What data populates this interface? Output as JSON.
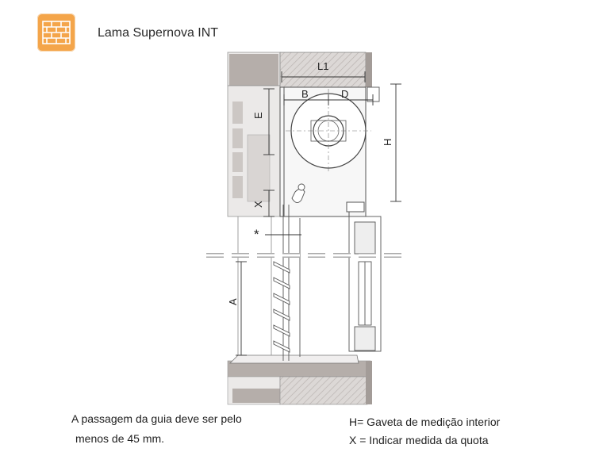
{
  "header": {
    "title": "Lama Supernova INT",
    "logo_icon": "brick-wall-icon",
    "logo_color": "#f4a54a"
  },
  "diagram": {
    "labels": {
      "l1": "L1",
      "b": "B",
      "d": "D",
      "e": "E",
      "h": "H",
      "x": "X",
      "a": "A",
      "star": "*"
    }
  },
  "notes": {
    "left_line1": "A passagem da guia deve ser pelo",
    "left_line2": "menos de 45 mm.",
    "right_line1": "H= Gaveta de medição interior",
    "right_line2": "X = Indicar medida da quota"
  }
}
